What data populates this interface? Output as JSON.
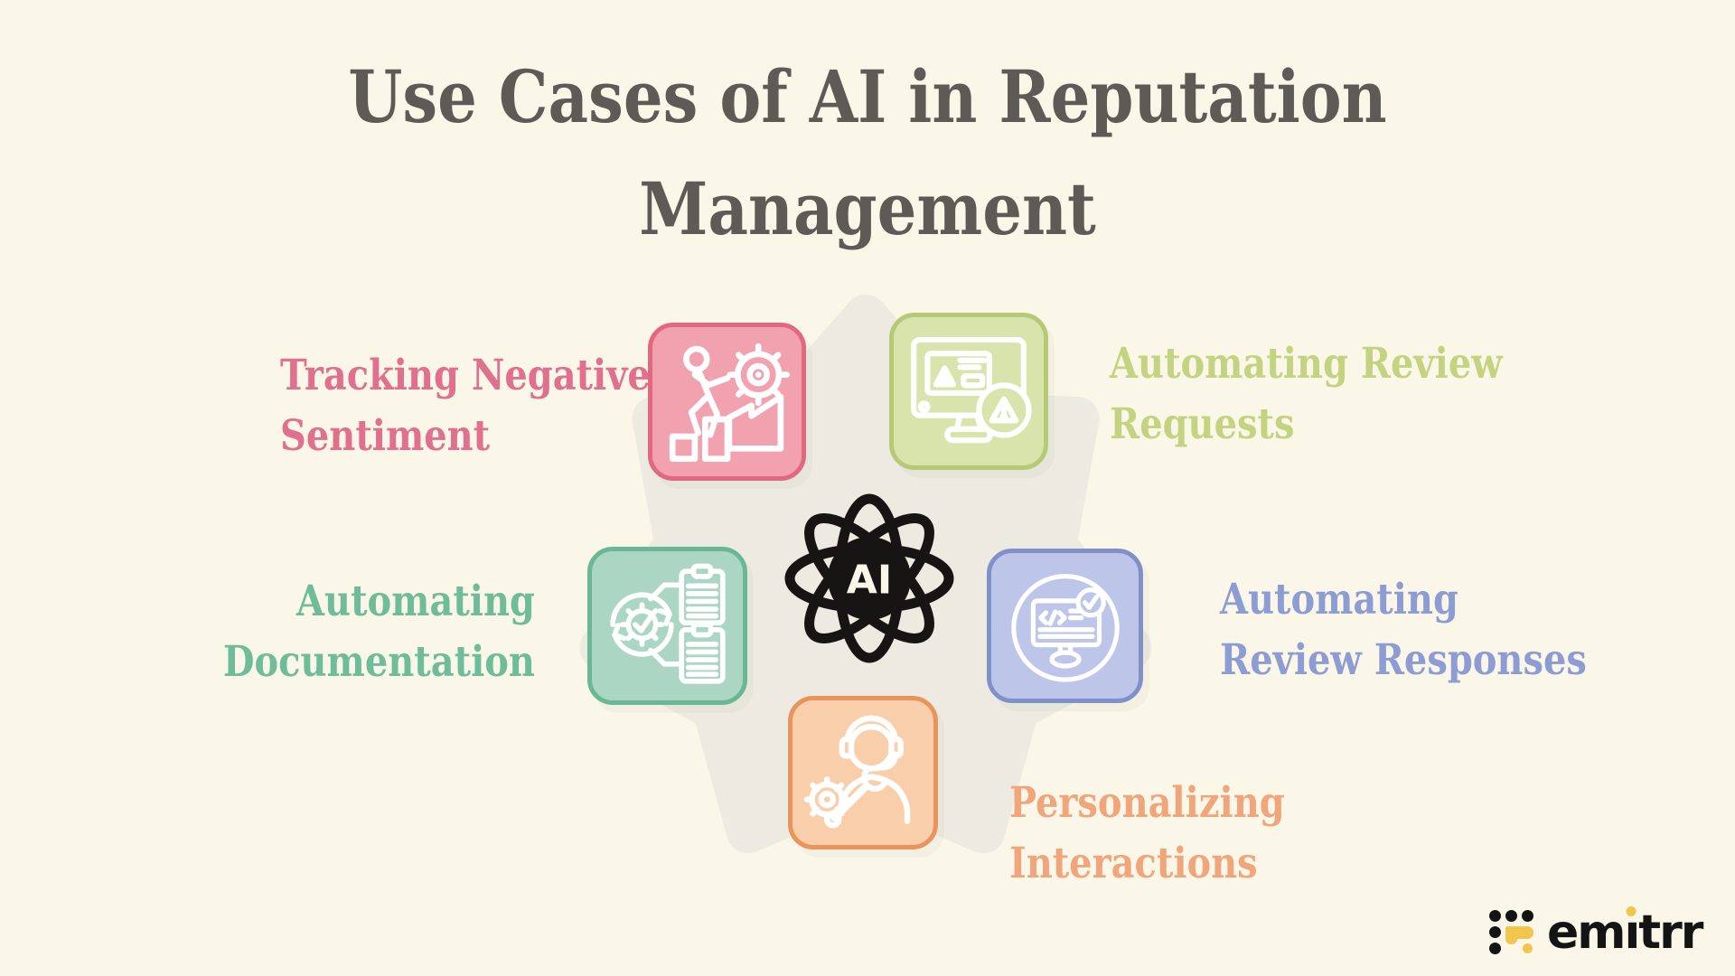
{
  "page": {
    "background_color": "#faf7e9",
    "star_shape_color": "#edebe1"
  },
  "title": {
    "line1": "Use Cases of AI in Reputation",
    "line2": "Management",
    "color": "#5e5b56"
  },
  "center": {
    "label": "AI",
    "icon": "atom-icon",
    "color": "#171513"
  },
  "use_cases": [
    {
      "id": "tracking-negative-sentiment",
      "label_lines": [
        "Tracking Negative",
        "Sentiment"
      ],
      "text_color": "#e0708d",
      "box_fill": "#f2a2af",
      "box_border": "#e26880",
      "icon": "person-climbing-chart-gear-icon"
    },
    {
      "id": "automating-review-requests",
      "label_lines": [
        "Automating Review",
        "Requests"
      ],
      "text_color": "#c3d380",
      "box_fill": "#d9e3ac",
      "box_border": "#b5c977",
      "icon": "monitor-alert-icon"
    },
    {
      "id": "automating-documentation",
      "label_lines": [
        "Automating",
        "Documentation"
      ],
      "text_color": "#6fbc98",
      "box_fill": "#aad6c3",
      "box_border": "#69b795",
      "icon": "gear-sync-clipboards-icon"
    },
    {
      "id": "automating-review-responses",
      "label_lines": [
        "Automating",
        "Review Responses"
      ],
      "text_color": "#8d9cd3",
      "box_fill": "#bdc6e9",
      "box_border": "#8090c8",
      "icon": "code-monitor-check-icon"
    },
    {
      "id": "personalizing-interactions",
      "label_lines": [
        "Personalizing",
        "Interactions"
      ],
      "text_color": "#f0a67a",
      "box_fill": "#f9cfab",
      "box_border": "#e8945c",
      "icon": "support-agent-gear-wrench-icon"
    }
  ],
  "logo": {
    "wordmark": "emitrr",
    "part1": "em",
    "i_char": "ı",
    "part2": "trr",
    "yellow": "#f2c64d",
    "black": "#141414"
  }
}
